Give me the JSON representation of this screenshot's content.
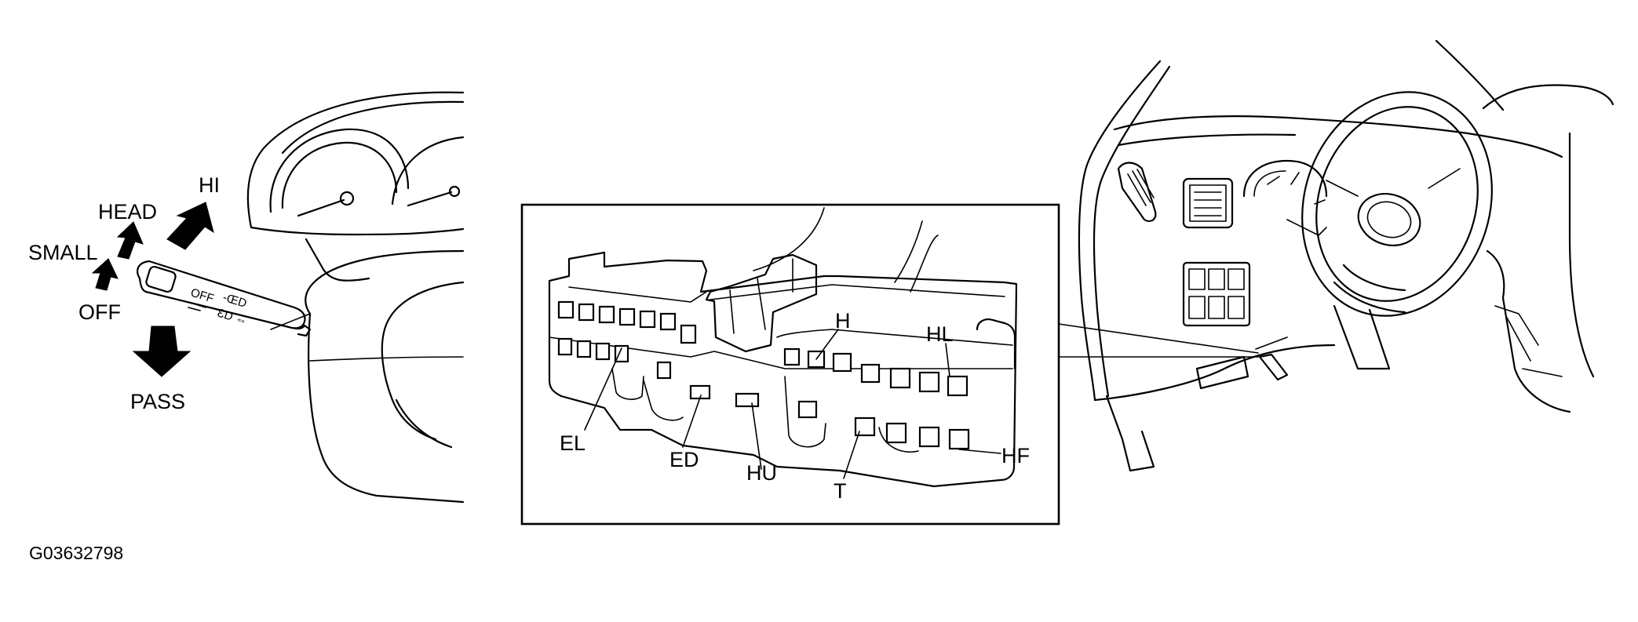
{
  "reference_code": "G03632798",
  "switch_positions": {
    "hi": "HI",
    "head": "HEAD",
    "small": "SMALL",
    "off": "OFF",
    "pass": "PASS"
  },
  "connector_terminals": {
    "h": "H",
    "hl": "HL",
    "el": "EL",
    "ed": "ED",
    "hu": "HU",
    "t": "T",
    "hf": "HF"
  },
  "stalk_markings": [
    "OFF",
    "-ŒD",
    "ƐD ⇔"
  ],
  "colors": {
    "line": "#000000",
    "background": "#ffffff"
  }
}
